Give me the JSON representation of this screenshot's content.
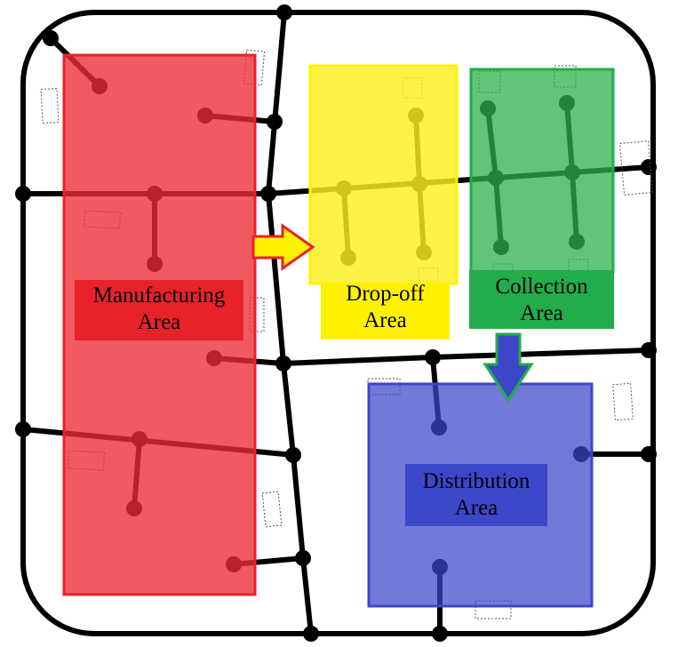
{
  "zones": {
    "manufacturing": {
      "line1": "Manufacturing",
      "line2": "Area",
      "color": "#EE2B35",
      "label_bg": "#E8222B"
    },
    "dropoff": {
      "line1": "Drop-off",
      "line2": "Area",
      "color": "#FFEF1F",
      "label_bg": "#FFF100"
    },
    "collection": {
      "line1": "Collection",
      "line2": "Area",
      "color": "#2DB04B",
      "label_bg": "#22AC4A"
    },
    "distribution": {
      "line1": "Distribution",
      "line2": "Area",
      "color": "#3A46C8",
      "label_bg": "#3C46C9"
    }
  },
  "arrows": {
    "manufacturing_to_dropoff": {
      "fill": "#FFF100",
      "stroke": "#E8222B"
    },
    "collection_to_distribution": {
      "fill": "#3C46C9",
      "stroke": "#22AC4A"
    }
  },
  "colors": {
    "road": "#000000",
    "background": "#FFFFFF"
  }
}
